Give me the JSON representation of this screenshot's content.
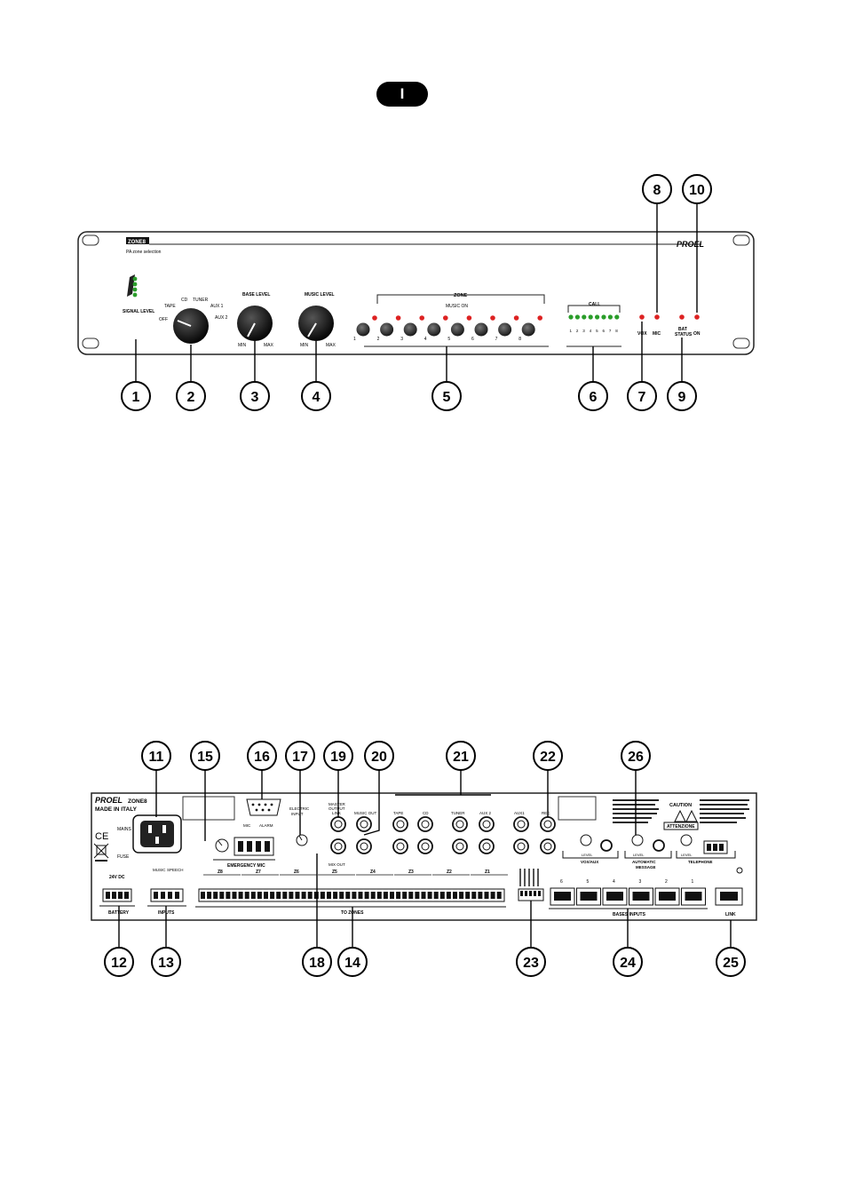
{
  "language_badge": "I",
  "front": {
    "model": "ZONE8",
    "subtitle": "PA zone selection",
    "brand": "PROEL",
    "signal_level": "SIGNAL LEVEL",
    "selector": {
      "off": "OFF",
      "tape": "TAPE",
      "cd": "CD",
      "tuner": "TUNER",
      "aux1": "AUX 1",
      "aux2": "AUX 2"
    },
    "base_level": "BASE LEVEL",
    "music_level": "MUSIC LEVEL",
    "min": "MIN",
    "max": "MAX",
    "zone": "ZONE",
    "music_on": "MUSIC ON",
    "call": "CALL",
    "vox": "VOX",
    "mic": "MIC",
    "bat_status_1": "BAT",
    "bat_status_2": "STATUS",
    "on": "ON",
    "zone_numbers": [
      "1",
      "2",
      "3",
      "4",
      "5",
      "6",
      "7",
      "8"
    ],
    "callouts": [
      "1",
      "2",
      "3",
      "4",
      "5",
      "6",
      "7",
      "8",
      "9",
      "10"
    ]
  },
  "rear": {
    "brand": "PROEL",
    "model": "ZONE8",
    "made_in": "MADE IN ITALY",
    "mains": "MAINS",
    "fuse": "FUSE",
    "dc": "24V DC",
    "battery": "BATTERY",
    "inputs": "INPUTS",
    "music": "MUSIC",
    "speech": "SPEECH",
    "emergency_mic": "EMERGENCY MIC",
    "mic": "MIC",
    "alarm": "ALARM",
    "electric_input_1": "ELECTRIC",
    "electric_input_2": "INPUT",
    "master_output_1": "MASTER",
    "master_output_2": "OUTPUT",
    "link": "LINK",
    "music_out": "MUSIC OUT",
    "mix_out": "MIX OUT",
    "tape": "TAPE",
    "cd": "CD",
    "tuner": "TUNER",
    "aux2": "AUX 2",
    "aux1": "AUX1",
    "rec": "REC",
    "vox_aux": "VOX/AUX",
    "level": "LEVEL",
    "automatic_1": "AUTOMATIC",
    "automatic_2": "MESSAGE",
    "telephone": "TELEPHONE",
    "caution": "CAUTION",
    "attenzione": "ATTENZIONE",
    "to_zones": "TO ZONES",
    "bases_inputs": "BASES INPUTS",
    "link_port": "LINK",
    "zone_tags": [
      "Z8",
      "Z7",
      "Z6",
      "Z5",
      "Z4",
      "Z3",
      "Z2",
      "Z1"
    ],
    "base_numbers": [
      "6",
      "5",
      "4",
      "3",
      "2",
      "1"
    ],
    "callouts": [
      "11",
      "15",
      "16",
      "17",
      "19",
      "20",
      "21",
      "22",
      "26",
      "12",
      "13",
      "18",
      "14",
      "23",
      "24",
      "25"
    ]
  }
}
